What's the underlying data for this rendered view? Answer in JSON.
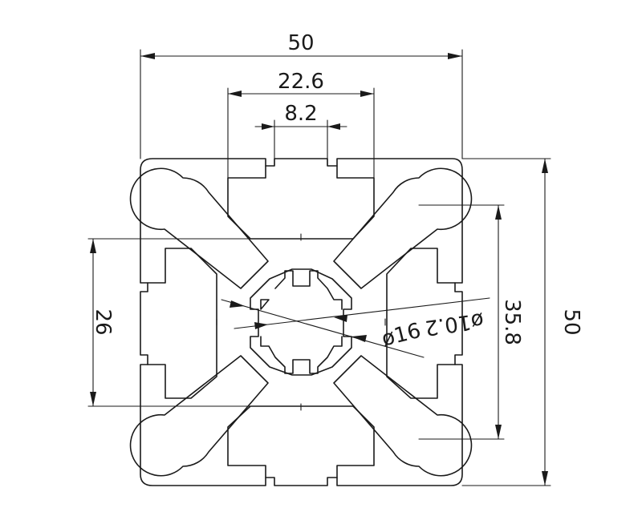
{
  "drawing": {
    "subject": "aluminium-profile-cross-section",
    "dimensions": {
      "overall_width": "50",
      "slot_outer_width": "22.6",
      "slot_opening": "8.2",
      "overall_height": "50",
      "hole_center_distance": "35.8",
      "inner_height": "26",
      "center_bore_dia": "ø10.2",
      "core_dia": "ø16"
    },
    "colors": {
      "line": "#1a1a1a",
      "background": "#ffffff"
    }
  }
}
